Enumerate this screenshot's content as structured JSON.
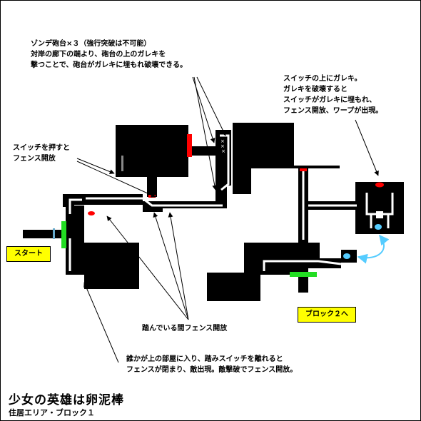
{
  "title": "少女の英雄は卵泥棒",
  "subtitle": "住居エリア・ブロック１",
  "labels": {
    "start": "スタート",
    "block2": "ブロック２へ"
  },
  "notes": {
    "zonde": [
      "ゾンデ砲台×３（強行突破は不可能）",
      "対岸の廊下の端より、砲台の上のガレキを",
      "撃つことで、砲台がガレキに埋もれ破壊できる。"
    ],
    "switch_rubble": [
      "スイッチの上にガレキ。",
      "ガレキを破壊すると",
      "スイッチがガレキに埋もれ、",
      "フェンス開放、ワープが出現。"
    ],
    "push_switch": [
      "スイッチを押すと",
      "フェンス開放"
    ],
    "step_switch": "踏んでいる間フェンス開放",
    "enemy": [
      "誰かが上の部屋に入り、踏みスイッチを離れると",
      "フェンスが閉まり、敵出現。敵撃破でフェンス開放。"
    ]
  },
  "map_markers": {
    "turrets": "×××"
  },
  "colors": {
    "wall": "#000000",
    "corridor": "#ffffff",
    "fence_red": "#ff0000",
    "fence_green": "#22dd22",
    "switch_red": "#ff0000",
    "warp_blue": "#55ccff",
    "start_marker": "#66aacc",
    "label_bg": "#ffff00"
  }
}
